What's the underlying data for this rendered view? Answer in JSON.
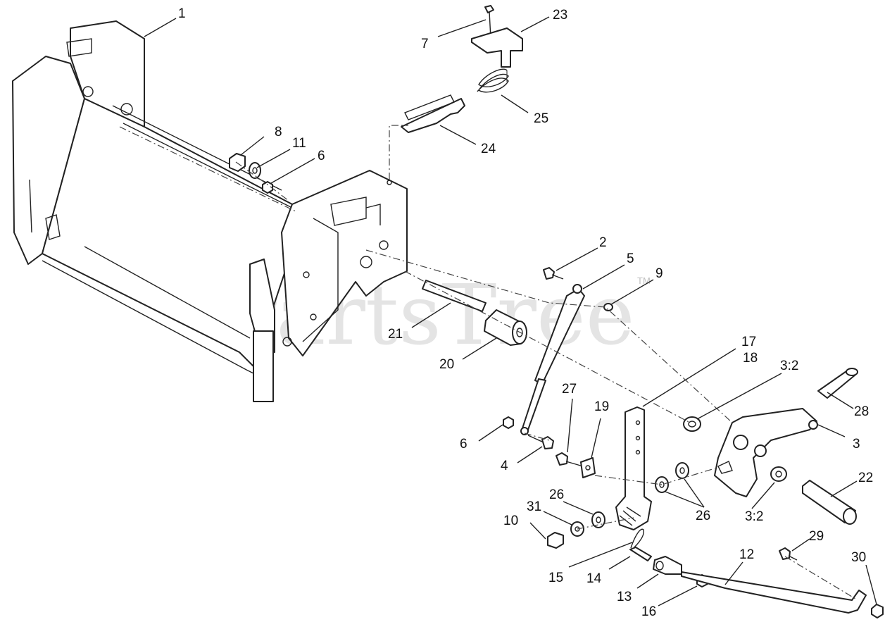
{
  "watermark": {
    "text": "PartsTree",
    "trademark": "TM"
  },
  "callouts": [
    {
      "id": "c1",
      "text": "1"
    },
    {
      "id": "c7",
      "text": "7"
    },
    {
      "id": "c23",
      "text": "23"
    },
    {
      "id": "c25",
      "text": "25"
    },
    {
      "id": "c24",
      "text": "24"
    },
    {
      "id": "c8",
      "text": "8"
    },
    {
      "id": "c11",
      "text": "11"
    },
    {
      "id": "c6a",
      "text": "6"
    },
    {
      "id": "c2",
      "text": "2"
    },
    {
      "id": "c5",
      "text": "5"
    },
    {
      "id": "c9",
      "text": "9"
    },
    {
      "id": "c21",
      "text": "21"
    },
    {
      "id": "c20",
      "text": "20"
    },
    {
      "id": "c17",
      "text": "17"
    },
    {
      "id": "c18",
      "text": "18"
    },
    {
      "id": "c32a",
      "text": "3:2"
    },
    {
      "id": "c28",
      "text": "28"
    },
    {
      "id": "c27",
      "text": "27"
    },
    {
      "id": "c19",
      "text": "19"
    },
    {
      "id": "c3",
      "text": "3"
    },
    {
      "id": "c6b",
      "text": "6"
    },
    {
      "id": "c4",
      "text": "4"
    },
    {
      "id": "c22",
      "text": "22"
    },
    {
      "id": "c26a",
      "text": "26"
    },
    {
      "id": "c26b",
      "text": "26"
    },
    {
      "id": "c32b",
      "text": "3:2"
    },
    {
      "id": "c31",
      "text": "31"
    },
    {
      "id": "c10",
      "text": "10"
    },
    {
      "id": "c29",
      "text": "29"
    },
    {
      "id": "c12",
      "text": "12"
    },
    {
      "id": "c30",
      "text": "30"
    },
    {
      "id": "c15",
      "text": "15"
    },
    {
      "id": "c14",
      "text": "14"
    },
    {
      "id": "c13",
      "text": "13"
    },
    {
      "id": "c16",
      "text": "16"
    }
  ]
}
